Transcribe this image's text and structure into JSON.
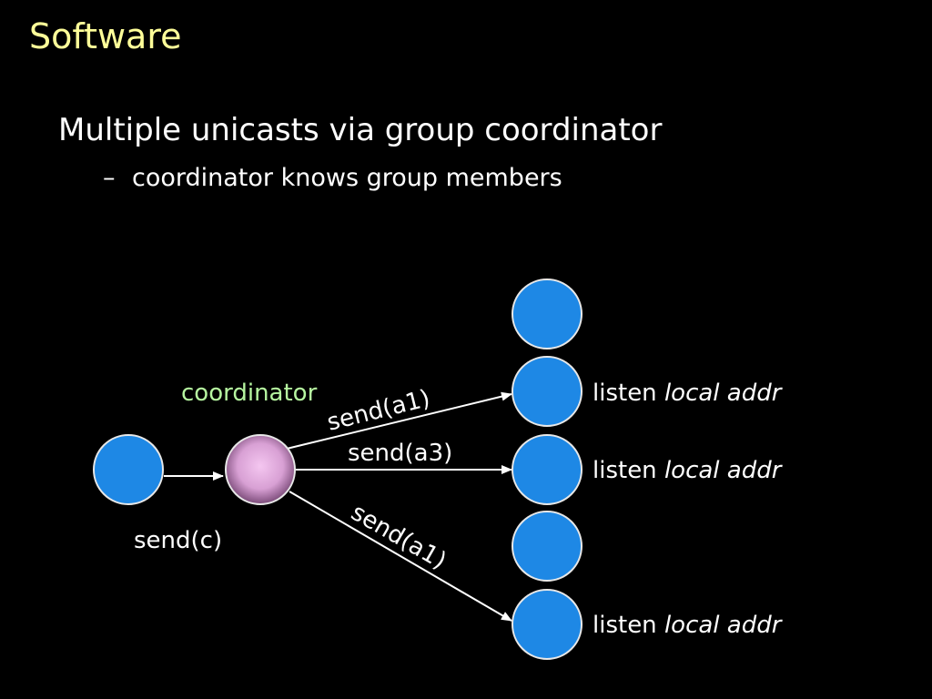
{
  "slide": {
    "title": "Software",
    "bullet": "Multiple unicasts via group coordinator",
    "sub_bullet_dash": "–",
    "sub_bullet": "coordinator knows group members"
  },
  "diagram": {
    "coordinator_label": "coordinator",
    "edge_labels": {
      "send_c": "send(c)",
      "send_a1_top": "send(a1)",
      "send_a3": "send(a3)",
      "send_a1_bottom": "send(a1)"
    },
    "listen_labels": [
      {
        "prefix": "listen ",
        "italic": "local addr"
      },
      {
        "prefix": "listen ",
        "italic": "local addr"
      },
      {
        "prefix": "listen ",
        "italic": "local addr"
      }
    ]
  },
  "colors": {
    "background": "#000000",
    "title": "#ffff99",
    "node_blue": "#1e88e5",
    "coordinator_node": "#e0a8dc",
    "coordinator_label": "#b6f5a0"
  }
}
